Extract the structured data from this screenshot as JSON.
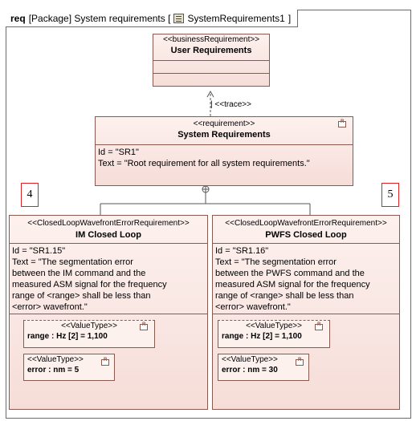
{
  "frame": {
    "tab_kind": "req",
    "tab_text": "[Package] System requirements [",
    "tab_diagram_name": "SystemRequirements1",
    "tab_close": "]",
    "diagram_icon": "diagram-icon"
  },
  "user_req": {
    "stereotype": "<<businessRequirement>>",
    "name": "User Requirements"
  },
  "trace": {
    "label": "<<trace>>"
  },
  "system_req": {
    "stereotype": "<<requirement>>",
    "name": "System Requirements",
    "id_line": "Id = \"SR1\"",
    "text_line": "Text = \"Root requirement for all system requirements.\"",
    "icon": "requirement-icon"
  },
  "markers": {
    "left": "4",
    "right": "5"
  },
  "im_loop": {
    "stereotype": "<<ClosedLoopWavefrontErrorRequirement>>",
    "name": "IM Closed Loop",
    "id_line": "Id = \"SR1.15\"",
    "text": "Text = \"The segmentation error\nbetween the IM command and the\nmeasured ASM signal for the frequency\nrange of <range> shall be less than\n<error> wavefront.\"",
    "range": {
      "stereotype": "<<ValueType>>",
      "value": "range : Hz [2] = 1,100"
    },
    "error": {
      "stereotype": "<<ValueType>>",
      "value": "error : nm = 5"
    }
  },
  "pwfs_loop": {
    "stereotype": "<<ClosedLoopWavefrontErrorRequirement>>",
    "name": "PWFS Closed Loop",
    "id_line": "Id = \"SR1.16\"",
    "text": "Text = \"The segmentation error\nbetween the PWFS command and the\nmeasured ASM signal for the frequency\nrange of <range> shall be less than\n<error> wavefront.\"",
    "range": {
      "stereotype": "<<ValueType>>",
      "value": "range : Hz [2] = 1,100"
    },
    "error": {
      "stereotype": "<<ValueType>>",
      "value": "error : nm = 30"
    }
  }
}
